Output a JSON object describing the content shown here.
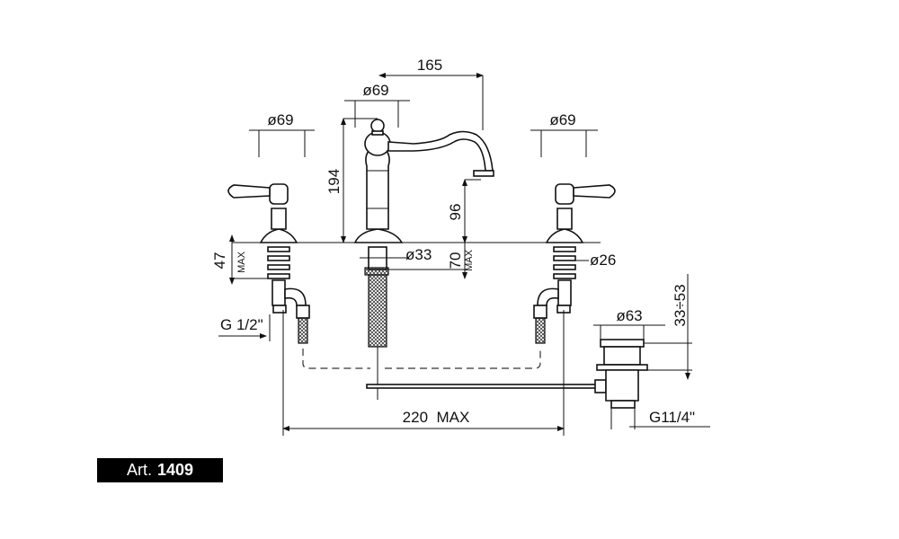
{
  "article": {
    "prefix": "Art.",
    "number": "1409"
  },
  "dimensions": {
    "spout_reach": "165",
    "spout_base_diameter": "ø69",
    "left_handle_diameter": "ø69",
    "right_handle_diameter": "ø69",
    "total_height": "194",
    "spout_height": "96",
    "hole_diameter_spout": "ø33",
    "deck_thickness_spout": "70",
    "deck_thickness_spout_note": "MAX",
    "deck_thickness_handle": "47",
    "deck_thickness_handle_note": "MAX",
    "hole_diameter_handle": "ø26",
    "inlet_thread": "G 1/2\"",
    "waste_diameter": "ø63",
    "waste_range": "33÷53",
    "spread": "220  MAX",
    "waste_thread": "G11/4\""
  }
}
